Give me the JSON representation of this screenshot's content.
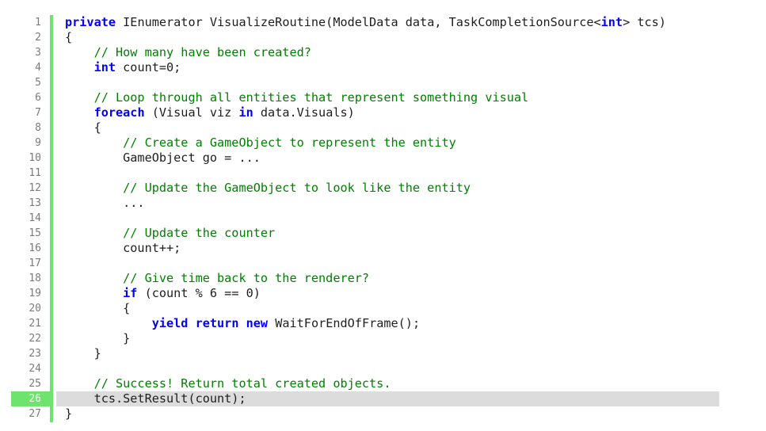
{
  "editor": {
    "lines": [
      {
        "num": "1",
        "tokens": [
          {
            "t": "kw",
            "v": "private"
          },
          {
            "t": "pl",
            "v": " IEnumerator VisualizeRoutine(ModelData data, TaskCompletionSource<"
          },
          {
            "t": "kw",
            "v": "int"
          },
          {
            "t": "pl",
            "v": "> tcs)"
          }
        ]
      },
      {
        "num": "2",
        "tokens": [
          {
            "t": "pl",
            "v": "{"
          }
        ]
      },
      {
        "num": "3",
        "tokens": [
          {
            "t": "cm",
            "v": "    // How many have been created?"
          }
        ]
      },
      {
        "num": "4",
        "tokens": [
          {
            "t": "pl",
            "v": "    "
          },
          {
            "t": "kw",
            "v": "int"
          },
          {
            "t": "pl",
            "v": " count=0;"
          }
        ]
      },
      {
        "num": "5",
        "tokens": []
      },
      {
        "num": "6",
        "tokens": [
          {
            "t": "cm",
            "v": "    // Loop through all entities that represent something visual"
          }
        ]
      },
      {
        "num": "7",
        "tokens": [
          {
            "t": "pl",
            "v": "    "
          },
          {
            "t": "kw",
            "v": "foreach"
          },
          {
            "t": "pl",
            "v": " (Visual viz "
          },
          {
            "t": "kw",
            "v": "in"
          },
          {
            "t": "pl",
            "v": " data.Visuals)"
          }
        ]
      },
      {
        "num": "8",
        "tokens": [
          {
            "t": "pl",
            "v": "    {"
          }
        ]
      },
      {
        "num": "9",
        "tokens": [
          {
            "t": "cm",
            "v": "        // Create a GameObject to represent the entity"
          }
        ]
      },
      {
        "num": "10",
        "tokens": [
          {
            "t": "pl",
            "v": "        GameObject go = ..."
          }
        ]
      },
      {
        "num": "11",
        "tokens": []
      },
      {
        "num": "12",
        "tokens": [
          {
            "t": "cm",
            "v": "        // Update the GameObject to look like the entity"
          }
        ]
      },
      {
        "num": "13",
        "tokens": [
          {
            "t": "pl",
            "v": "        ..."
          }
        ]
      },
      {
        "num": "14",
        "tokens": []
      },
      {
        "num": "15",
        "tokens": [
          {
            "t": "cm",
            "v": "        // Update the counter"
          }
        ]
      },
      {
        "num": "16",
        "tokens": [
          {
            "t": "pl",
            "v": "        count++;"
          }
        ]
      },
      {
        "num": "17",
        "tokens": []
      },
      {
        "num": "18",
        "tokens": [
          {
            "t": "cm",
            "v": "        // Give time back to the renderer?"
          }
        ]
      },
      {
        "num": "19",
        "tokens": [
          {
            "t": "pl",
            "v": "        "
          },
          {
            "t": "kw",
            "v": "if"
          },
          {
            "t": "pl",
            "v": " (count % 6 == 0)"
          }
        ]
      },
      {
        "num": "20",
        "tokens": [
          {
            "t": "pl",
            "v": "        {"
          }
        ]
      },
      {
        "num": "21",
        "tokens": [
          {
            "t": "pl",
            "v": "            "
          },
          {
            "t": "kw",
            "v": "yield"
          },
          {
            "t": "pl",
            "v": " "
          },
          {
            "t": "kw",
            "v": "return"
          },
          {
            "t": "pl",
            "v": " "
          },
          {
            "t": "kw",
            "v": "new"
          },
          {
            "t": "pl",
            "v": " WaitForEndOfFrame();"
          }
        ]
      },
      {
        "num": "22",
        "tokens": [
          {
            "t": "pl",
            "v": "        }"
          }
        ]
      },
      {
        "num": "23",
        "tokens": [
          {
            "t": "pl",
            "v": "    }"
          }
        ]
      },
      {
        "num": "24",
        "tokens": []
      },
      {
        "num": "25",
        "tokens": [
          {
            "t": "cm",
            "v": "    // Success! Return total created objects."
          }
        ]
      },
      {
        "num": "26",
        "tokens": [
          {
            "t": "pl",
            "v": "    tcs.SetResult(count);"
          }
        ],
        "current": true
      },
      {
        "num": "27",
        "tokens": [
          {
            "t": "pl",
            "v": "}"
          }
        ]
      }
    ],
    "colors": {
      "keyword": "#0000ff",
      "comment": "#008000",
      "plain": "#1e1e1e",
      "line_number": "#7a7a7a",
      "change_bar": "#6ee36e",
      "current_line": "#dcdcdc"
    }
  }
}
